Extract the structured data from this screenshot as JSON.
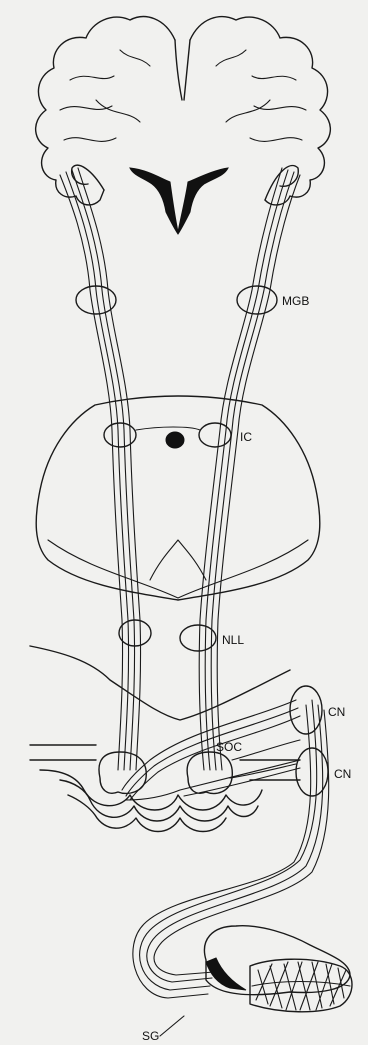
{
  "labels": {
    "mgb": "MGB",
    "ic": "IC",
    "nll": "NLL",
    "cn_upper": "CN",
    "cn_lower": "CN",
    "soc": "SOC",
    "sg": "SG"
  }
}
